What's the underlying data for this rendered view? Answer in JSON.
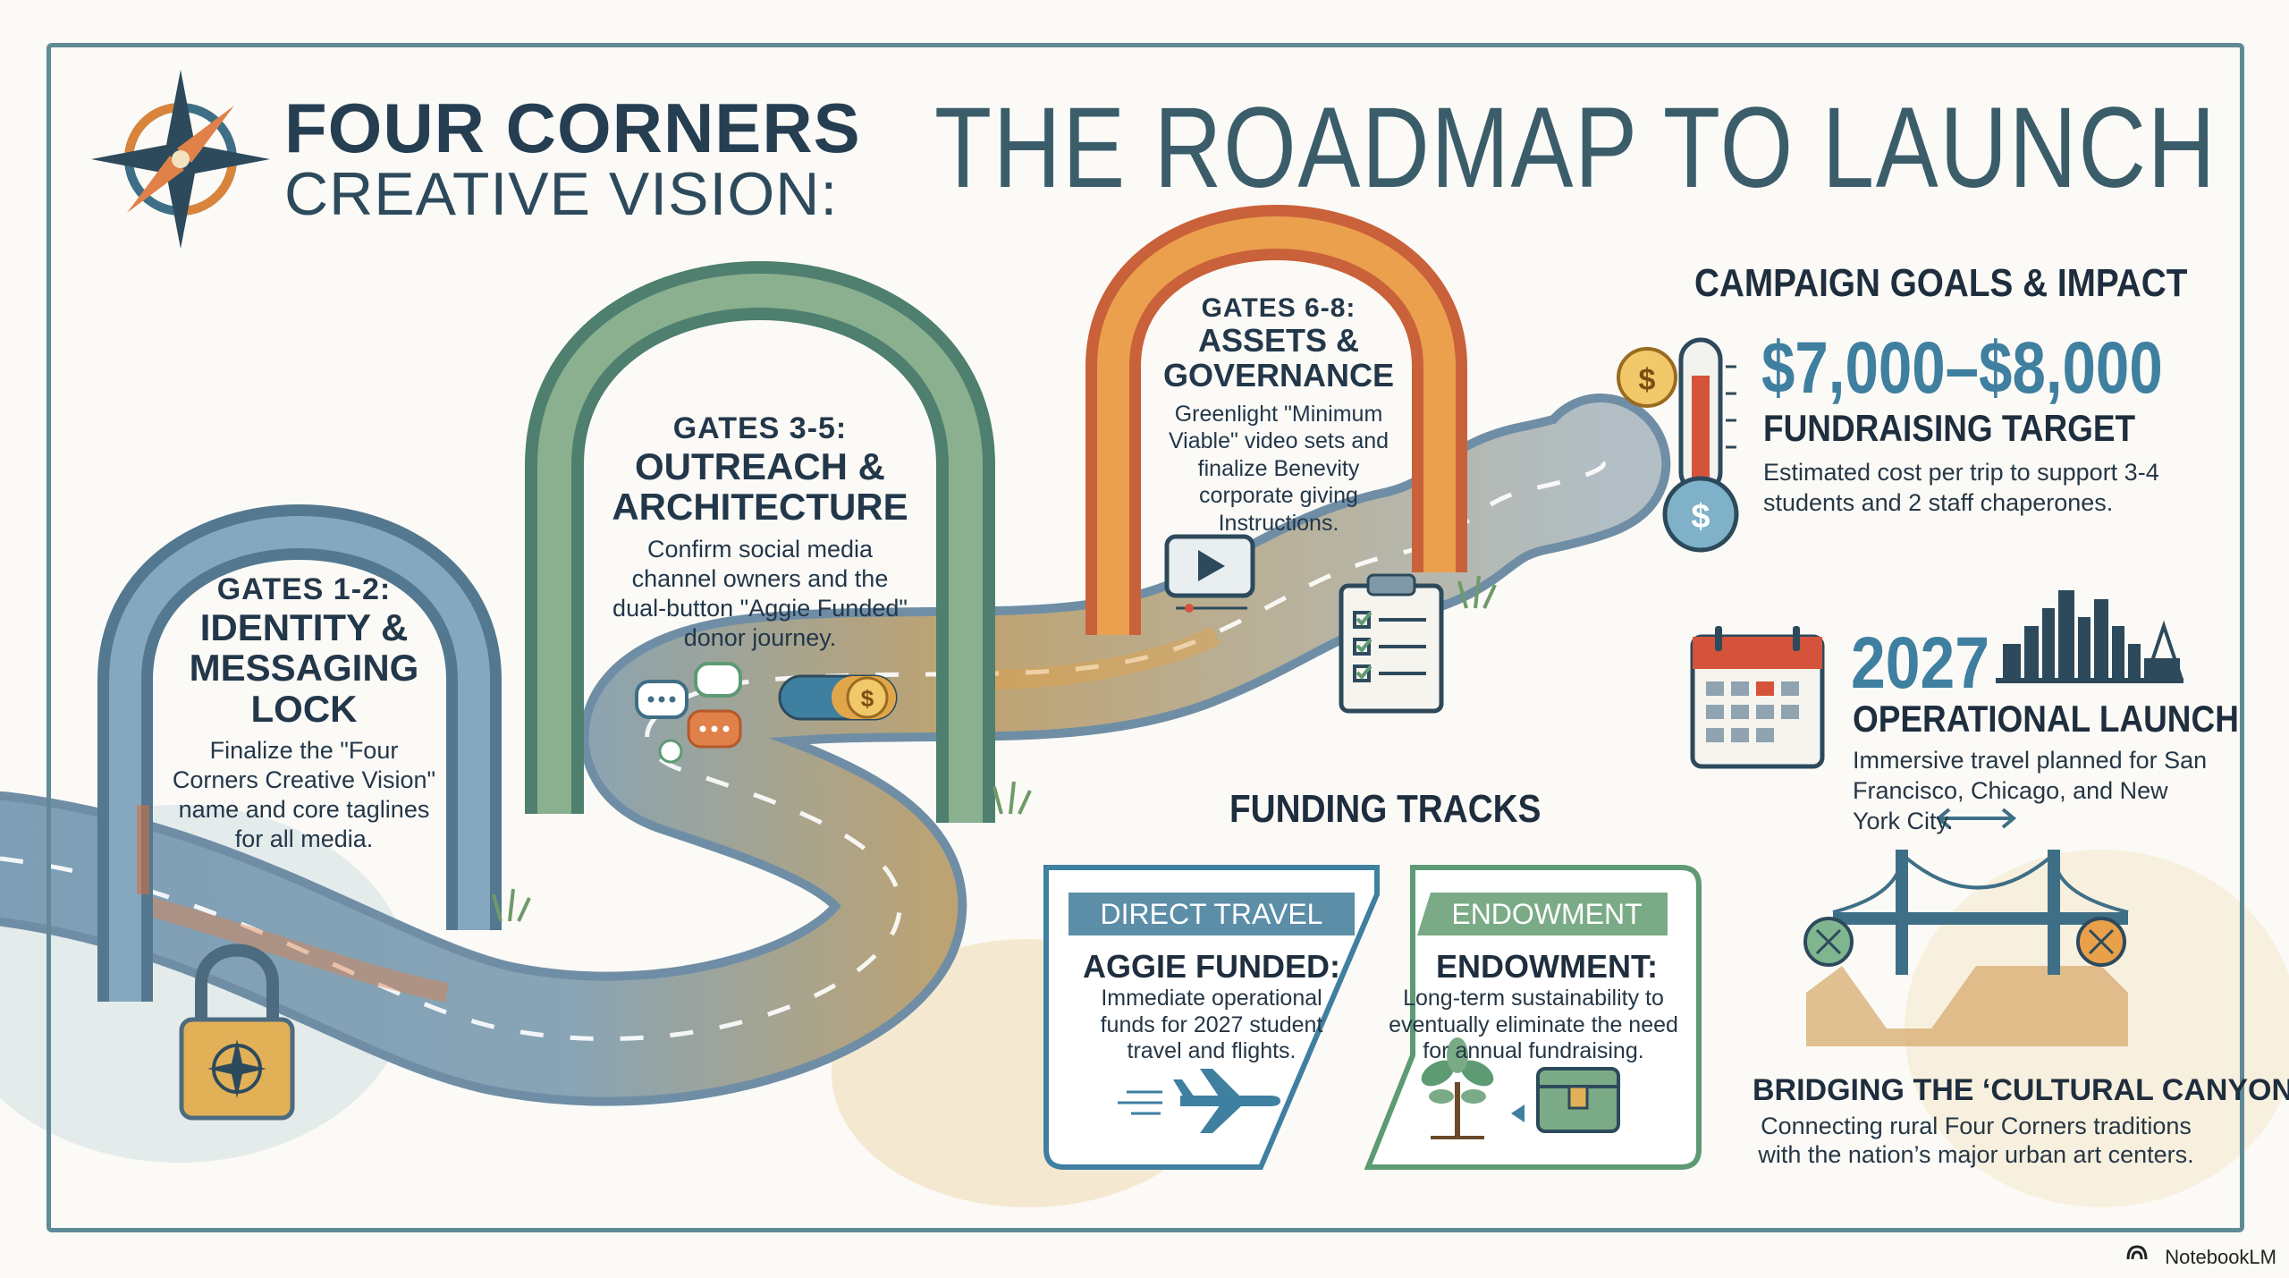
{
  "brand": {
    "line1": "FOUR CORNERS",
    "line2": "CREATIVE VISION:"
  },
  "title": "THE ROADMAP TO LAUNCH",
  "gates": [
    {
      "label": "GATES 1-2:",
      "heading": "IDENTITY & MESSAGING LOCK",
      "body": "Finalize the \"Four Corners Creative Vision\" name and core taglines for all media."
    },
    {
      "label": "GATES 3-5:",
      "heading": "OUTREACH & ARCHITECTURE",
      "body": "Confirm social media channel owners and the dual-button \"Aggie Funded\" donor journey."
    },
    {
      "label": "GATES 6-8:",
      "heading": "ASSETS & GOVERNANCE",
      "body": "Greenlight \"Minimum Viable\" video sets and finalize Benevity corporate giving Instructions."
    }
  ],
  "goals": {
    "title": "CAMPAIGN GOALS & IMPACT",
    "target": {
      "amount": "$7,000–$8,000",
      "heading": "FUNDRAISING TARGET",
      "body": "Estimated cost per trip to support 3-4 students and 2 staff chaperones."
    },
    "launch": {
      "year": "2027",
      "heading": "OPERATIONAL LAUNCH",
      "body": "Immersive travel planned for San Francisco, Chicago, and New York City."
    },
    "bridge": {
      "heading": "BRIDGING THE ‘CULTURAL CANYON’:",
      "body": "Connecting rural Four Corners traditions with the nation’s major urban art centers."
    }
  },
  "funding": {
    "title": "FUNDING TRACKS",
    "tracks": [
      {
        "tab": "DIRECT TRAVEL",
        "heading": "AGGIE FUNDED:",
        "body": "Immediate operational funds for 2027 student travel and flights."
      },
      {
        "tab": "ENDOWMENT",
        "heading": "ENDOWMENT:",
        "body": "Long-term sustainability to eventually eliminate the need for annual fundraising."
      }
    ]
  },
  "icons": {
    "compass": "compass-star-icon",
    "lock": "padlock-icon",
    "chat": "chat-bubbles-icon",
    "coin": "coin-toggle-icon",
    "video": "video-play-icon",
    "clipboard": "checklist-clipboard-icon",
    "thermometer": "thermometer-icon",
    "calendar": "calendar-icon",
    "skyline": "city-skyline-icon",
    "bridge": "bridge-icon",
    "plane": "airplane-icon",
    "tree": "sapling-icon",
    "chest": "treasure-chest-icon"
  },
  "colors": {
    "teal": "#3f7fa0",
    "green": "#5e9a74",
    "orange": "#d9843a",
    "navy": "#263e52",
    "red": "#d4533a"
  },
  "footer": "NotebookLM"
}
